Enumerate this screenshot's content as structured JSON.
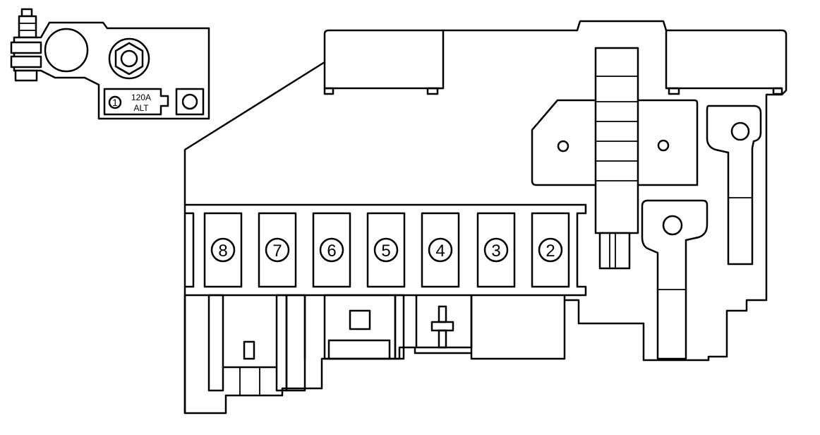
{
  "terminal": {
    "fuse_number": "1",
    "rating": "120A",
    "name": "ALT"
  },
  "fuses": [
    {
      "label": "8"
    },
    {
      "label": "7"
    },
    {
      "label": "6"
    },
    {
      "label": "5"
    },
    {
      "label": "4"
    },
    {
      "label": "3"
    },
    {
      "label": "2"
    }
  ]
}
